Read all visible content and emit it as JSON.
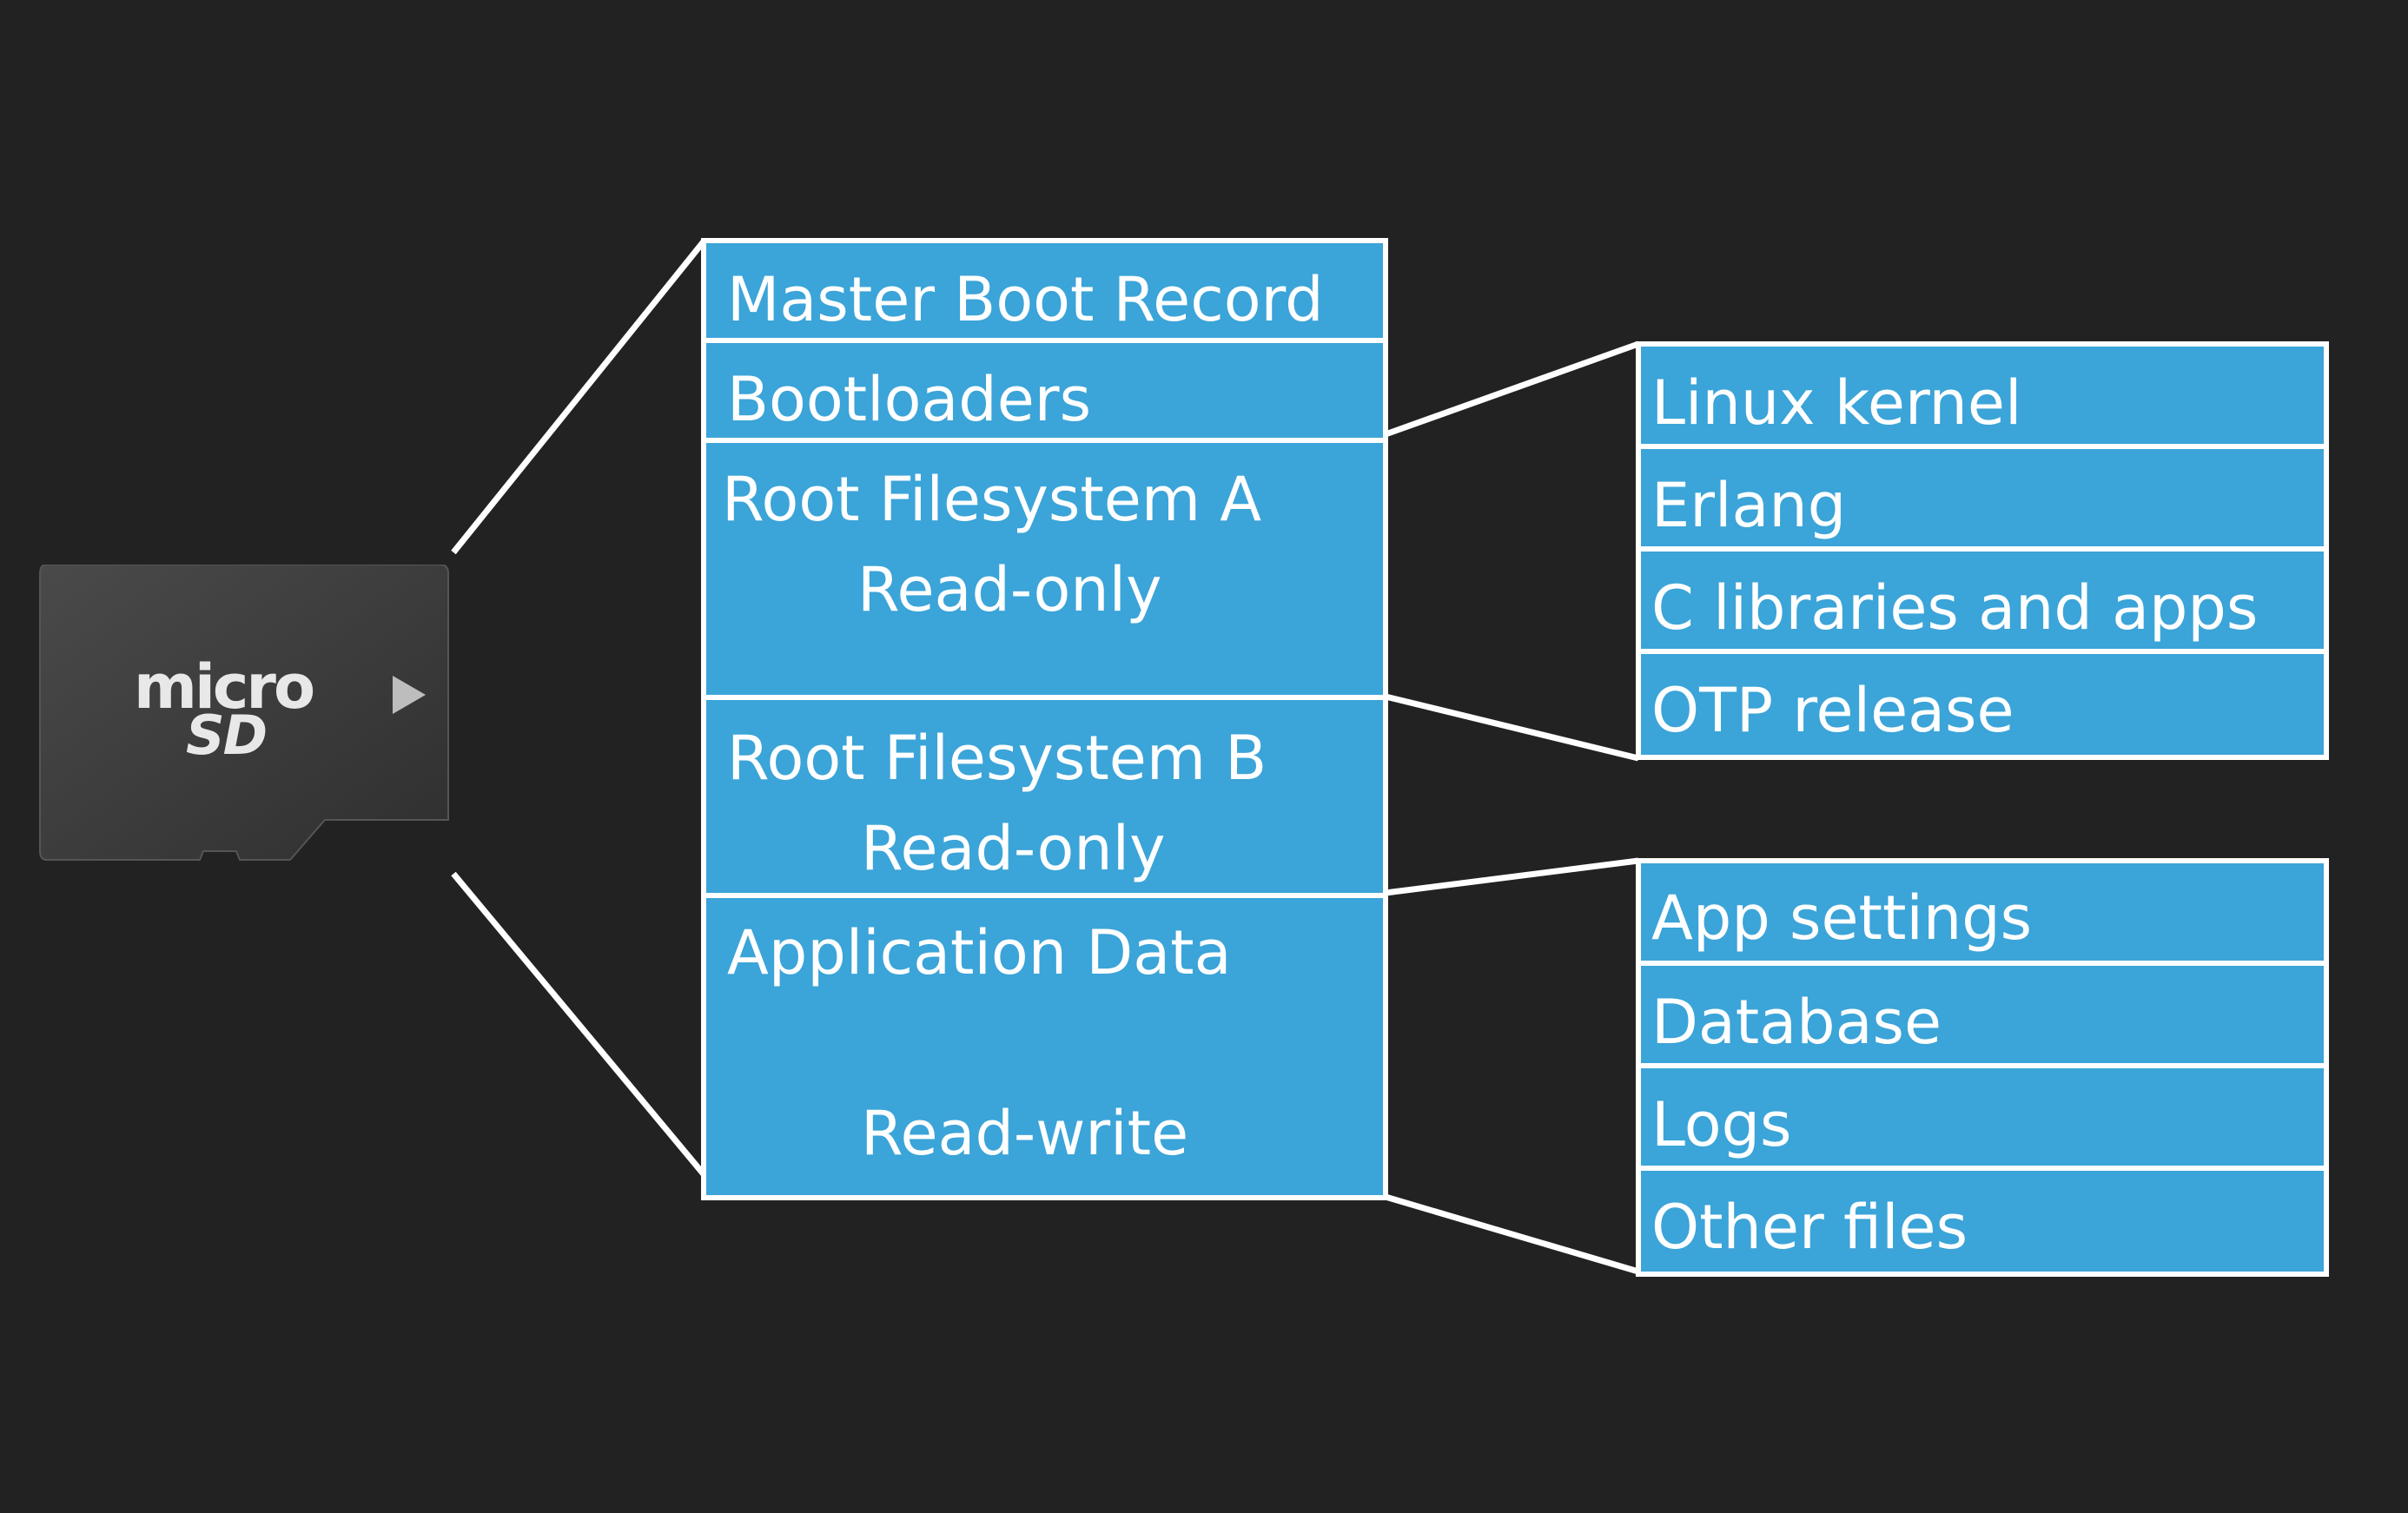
{
  "card": {
    "logo_top": "micro",
    "logo_bottom": "SD"
  },
  "partitions": {
    "mbr": "Master Boot Record",
    "bootloaders": "Bootloaders",
    "rootfs_a": {
      "name": "Root Filesystem A",
      "mode": "Read-only"
    },
    "rootfs_b": {
      "name": "Root Filesystem B",
      "mode": "Read-only"
    },
    "app_data": {
      "name": "Application Data",
      "mode": "Read-write"
    }
  },
  "rootfs_contents": [
    "Linux kernel",
    "Erlang",
    "C libraries and apps",
    "OTP release"
  ],
  "app_data_contents": [
    "App settings",
    "Database",
    "Logs",
    "Other files"
  ],
  "colors": {
    "background": "#222222",
    "partition_fill": "#3ba4d8",
    "outline": "#ffffff",
    "card": "#3a3a3a"
  }
}
